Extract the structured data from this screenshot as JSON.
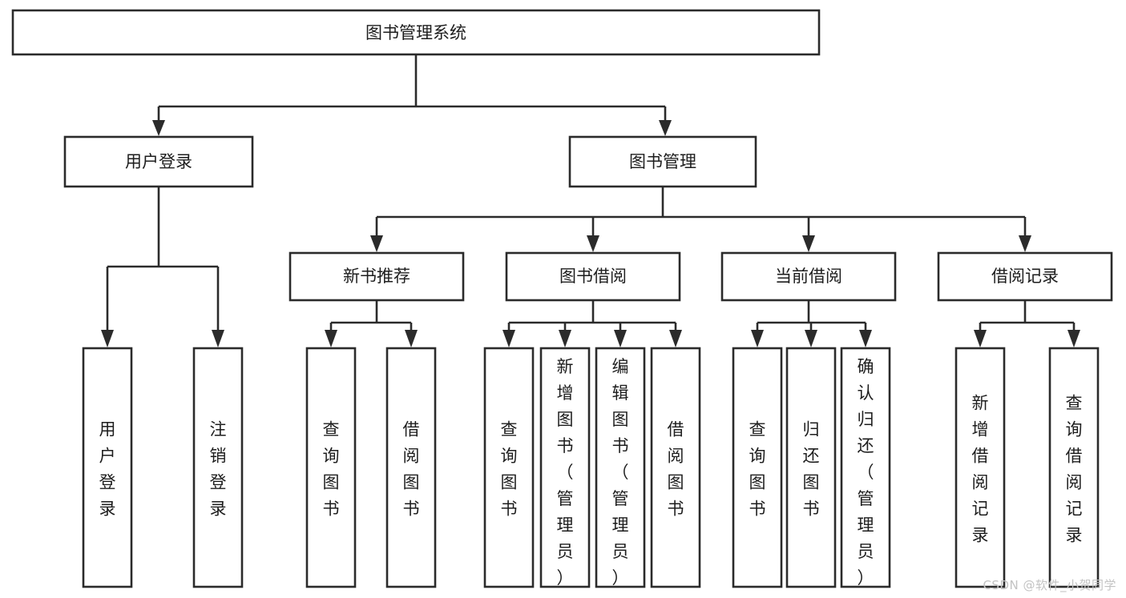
{
  "diagram": {
    "type": "tree-hierarchy",
    "orientation": "top-down",
    "title": "图书管理系统",
    "root": {
      "id": "root",
      "label": "图书管理系统"
    },
    "level2": [
      {
        "id": "user-login",
        "label": "用户登录"
      },
      {
        "id": "book-manage",
        "label": "图书管理"
      }
    ],
    "level3": [
      {
        "id": "new-book-recommend",
        "label": "新书推荐",
        "parent": "book-manage"
      },
      {
        "id": "book-borrow",
        "label": "图书借阅",
        "parent": "book-manage"
      },
      {
        "id": "current-borrow",
        "label": "当前借阅",
        "parent": "book-manage"
      },
      {
        "id": "borrow-record",
        "label": "借阅记录",
        "parent": "book-manage"
      }
    ],
    "leaves": [
      {
        "id": "leaf-user-login",
        "label": "用户登录",
        "parent": "user-login"
      },
      {
        "id": "leaf-user-logout",
        "label": "注销登录",
        "parent": "user-login"
      },
      {
        "id": "leaf-query-book-1",
        "label": "查询图书",
        "parent": "new-book-recommend"
      },
      {
        "id": "leaf-borrow-book-1",
        "label": "借阅图书",
        "parent": "new-book-recommend"
      },
      {
        "id": "leaf-query-book-2",
        "label": "查询图书",
        "parent": "book-borrow"
      },
      {
        "id": "leaf-add-book",
        "label": "新增图书（管理员）",
        "parent": "book-borrow"
      },
      {
        "id": "leaf-edit-book",
        "label": "编辑图书（管理员）",
        "parent": "book-borrow"
      },
      {
        "id": "leaf-borrow-book-2",
        "label": "借阅图书",
        "parent": "book-borrow"
      },
      {
        "id": "leaf-query-book-3",
        "label": "查询图书",
        "parent": "current-borrow"
      },
      {
        "id": "leaf-return-book",
        "label": "归还图书",
        "parent": "current-borrow"
      },
      {
        "id": "leaf-confirm-return",
        "label": "确认归还（管理员）",
        "parent": "current-borrow"
      },
      {
        "id": "leaf-add-record",
        "label": "新增借阅记录",
        "parent": "borrow-record"
      },
      {
        "id": "leaf-query-record",
        "label": "查询借阅记录",
        "parent": "borrow-record"
      }
    ],
    "colors": {
      "box_stroke": "#2b2b2b",
      "box_fill": "#ffffff",
      "connector": "#2b2b2b",
      "text": "#1d1d1d",
      "background": "#ffffff",
      "watermark": "#c3c3c3"
    }
  },
  "watermark": {
    "text": "CSDN @软件_小贺同学"
  }
}
